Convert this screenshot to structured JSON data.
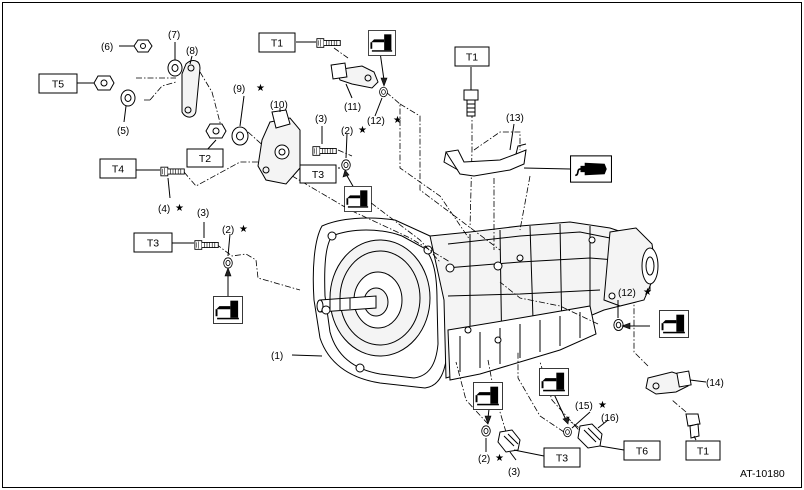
{
  "figure_id": "AT-10180",
  "star": "★",
  "callouts": {
    "c1": "(1)",
    "c2a": "(2)",
    "c2b": "(2)",
    "c2c": "(2)",
    "c3a": "(3)",
    "c3b": "(3)",
    "c3c": "(3)",
    "c4": "(4)",
    "c5": "(5)",
    "c6": "(6)",
    "c7": "(7)",
    "c8": "(8)",
    "c9": "(9)",
    "c10": "(10)",
    "c11": "(11)",
    "c12a": "(12)",
    "c12b": "(12)",
    "c13": "(13)",
    "c14": "(14)",
    "c15": "(15)",
    "c16": "(16)"
  },
  "torque_tags": {
    "t1a": "T1",
    "t1b": "T1",
    "t1c": "T1",
    "t2": "T2",
    "t3a": "T3",
    "t3b": "T3",
    "t3c": "T3",
    "t4": "T4",
    "t5": "T5",
    "t6": "T6"
  },
  "icons": {
    "oil_can": "oil-can-icon",
    "grease": "grease-tube-icon",
    "star": "star-icon"
  }
}
